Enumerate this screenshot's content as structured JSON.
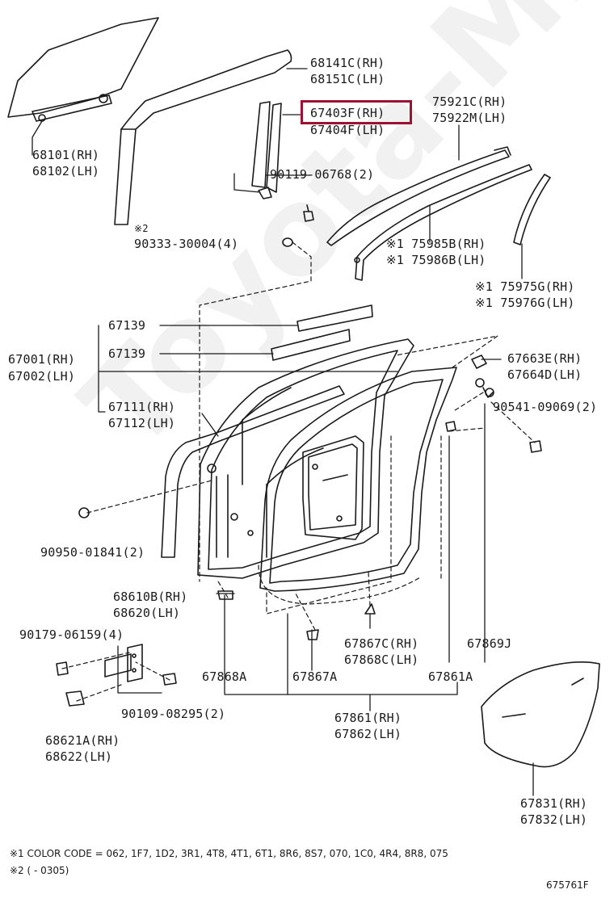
{
  "watermark": "Toyota-Mine.ru",
  "highlight_color": "#9c1230",
  "parts": {
    "p68141c": "68141C(RH)",
    "p68151c": "68151C(LH)",
    "p67403f": "67403F(RH)",
    "p67404f": "67404F(LH)",
    "p75921c": "75921C(RH)",
    "p75922m": "75922M(LH)",
    "p68101": "68101(RH)",
    "p68102": "68102(LH)",
    "p90119": "90119-06768(2)",
    "note2": "※2",
    "p90333": "90333-30004(4)",
    "p75985b": "※1 75985B(RH)",
    "p75986b": "※1 75986B(LH)",
    "p75975g": "※1 75975G(RH)",
    "p75976g": "※1 75976G(LH)",
    "p67139a": "67139",
    "p67139b": "67139",
    "p67001": "67001(RH)",
    "p67002": "67002(LH)",
    "p67663e": "67663E(RH)",
    "p67664d": "67664D(LH)",
    "p67111": "67111(RH)",
    "p67112": "67112(LH)",
    "p90541": "90541-09069(2)",
    "p90950": "90950-01841(2)",
    "p68610b": "68610B(RH)",
    "p68620": "68620(LH)",
    "p90179": "90179-06159(4)",
    "p67867c": "67867C(RH)",
    "p67868c": "67868C(LH)",
    "p67869j": "67869J",
    "p67868a": "67868A",
    "p67867a": "67867A",
    "p67861a": "67861A",
    "p90109": "90109-08295(2)",
    "p67861": "67861(RH)",
    "p67862": "67862(LH)",
    "p68621a": "68621A(RH)",
    "p68622": "68622(LH)",
    "p67831": "67831(RH)",
    "p67832": "67832(LH)"
  },
  "footnotes": {
    "color_code": "※1 COLOR CODE = 062, 1F7, 1D2, 3R1, 4T8, 4T1, 6T1, 8R6, 8S7, 070, 1C0, 4R4, 8R8, 075",
    "note2": "※2 (          - 0305)"
  },
  "diagram_id": "675761F"
}
